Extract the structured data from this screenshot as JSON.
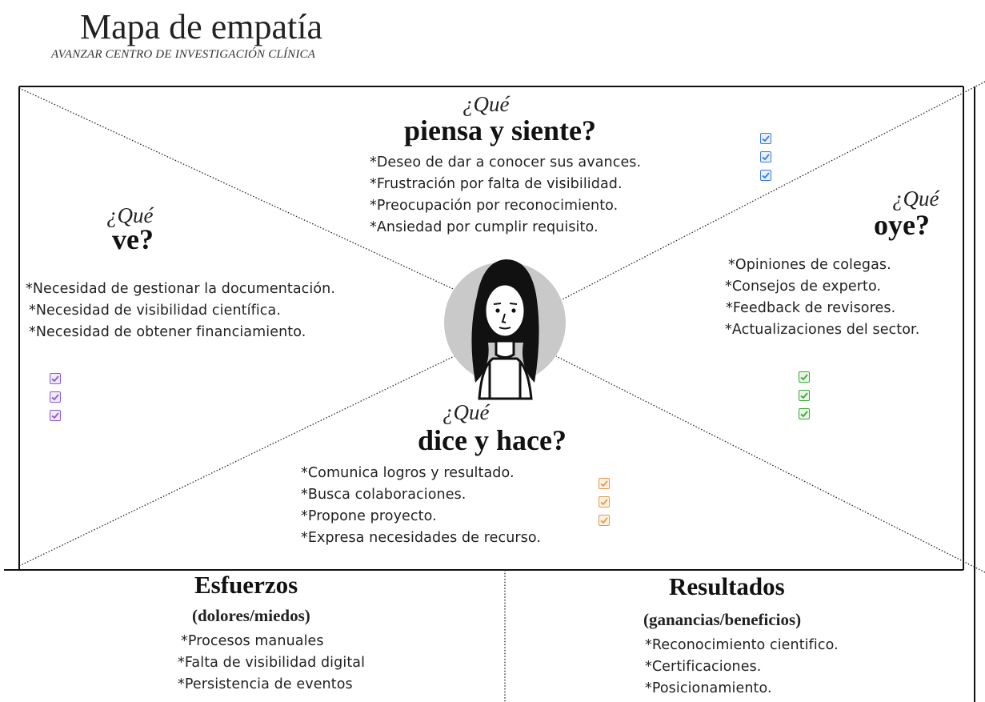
{
  "header": {
    "title": "Mapa de empatía",
    "subtitle": "AVANZAR CENTRO DE INVESTIGACIÓN CLÍNICA"
  },
  "quadrants": {
    "piensa": {
      "prefix": "¿Qué",
      "heading": "piensa y siente?",
      "items": [
        "*Deseo de dar a conocer sus avances.",
        "*Frustración por falta de visibilidad.",
        "*Preocupación por reconocimiento.",
        "*Ansiedad por cumplir requisito."
      ],
      "check_color": "#3b7dd8"
    },
    "ve": {
      "prefix": "¿Qué",
      "heading": "ve?",
      "items": [
        "*Necesidad de gestionar la documentación.",
        "*Necesidad de visibilidad científica.",
        "*Necesidad de obtener financiamiento."
      ],
      "check_color": "#8a5cc9"
    },
    "oye": {
      "prefix": "¿Qué",
      "heading": "oye?",
      "items": [
        "*Opiniones de colegas.",
        "*Consejos de experto.",
        "*Feedback de revisores.",
        "*Actualizaciones del sector."
      ],
      "check_color": "#3fa63a"
    },
    "dice": {
      "prefix": "¿Qué",
      "heading": "dice y hace?",
      "items": [
        "*Comunica logros y resultado.",
        "*Busca colaboraciones.",
        "*Propone proyecto.",
        "*Expresa necesidades de recurso."
      ],
      "check_color": "#e49b4a"
    }
  },
  "bottom": {
    "esfuerzos": {
      "heading": "Esfuerzos",
      "subheading": "(dolores/miedos)",
      "items": [
        "*Procesos manuales",
        "*Falta de visibilidad digital",
        "*Persistencia de eventos"
      ]
    },
    "resultados": {
      "heading": "Resultados",
      "subheading": "(ganancias/beneficios)",
      "items": [
        "*Reconocimiento cientifico.",
        "*Certificaciones.",
        "*Posicionamiento."
      ]
    }
  },
  "persona": {
    "icon": "woman-avatar-icon"
  }
}
